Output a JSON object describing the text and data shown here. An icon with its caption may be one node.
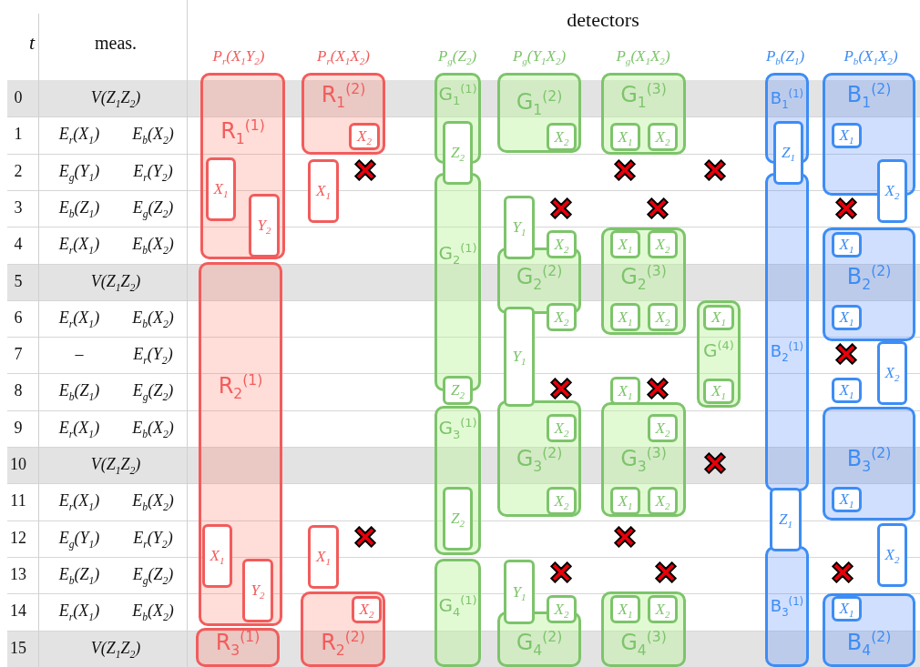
{
  "diagram": {
    "title": "detectors",
    "nodes": [
      {
        "text": [
          "R$_{1}$$^{(1)}$"
        ]
      },
      {
        "text": [
          "X$_{1}$"
        ],
        "in": 0
      },
      {
        "text": [
          "Y$_{2}$"
        ],
        "in": 0
      },
      {
        "text": [
          "R$_{2}$$^{(1)}$"
        ]
      },
      {
        "text": [
          "X$_{1}$"
        ],
        "in": 3
      },
      {
        "text": [
          "Y$_{2}$"
        ],
        "in": 3
      },
      {
        "text": [
          "R$_{3}$$^{(1)}$"
        ]
      },
      {
        "text": [
          "R$_{1}$$^{(2)}$"
        ]
      },
      {
        "text": [
          "X$_{2}$"
        ],
        "in": 7
      },
      {
        "text": [
          "X$_{1}$"
        ]
      },
      {
        "text": [
          "X$_{1}$"
        ]
      },
      {
        "text": [
          "R$_{2}$$^{(2)}$"
        ]
      },
      {
        "text": [
          "X$_{2}$"
        ],
        "in": 11
      },
      {
        "text": [
          "G$_{1}$$^{(1)}$"
        ]
      },
      {
        "text": [
          "Z$_{2}$"
        ]
      },
      {
        "text": [
          "G$_{2}$$^{(1)}$"
        ]
      },
      {
        "text": [
          "Z$_{2}$"
        ]
      },
      {
        "text": [
          "G$_{3}$$^{(1)}$"
        ]
      },
      {
        "text": [
          "Z$_{2}$"
        ],
        "in": 17
      },
      {
        "text": [
          "G$_{4}$$^{(1)}$"
        ]
      },
      {
        "text": [
          "G$_{1}$$^{(2)}$"
        ]
      },
      {
        "text": [
          "X$_{2}$"
        ],
        "in": 20
      },
      {
        "text": [
          "Y$_{1}$"
        ]
      },
      {
        "text": [
          "X$_{2}$"
        ]
      },
      {
        "text": [
          "G$_{2}$$^{(2)}$"
        ]
      },
      {
        "text": [
          "X$_{2}$"
        ]
      },
      {
        "text": [
          "Y$_{1}$"
        ]
      },
      {
        "text": [
          "G$_{3}$$^{(2)}$"
        ]
      },
      {
        "text": [
          "X$_{2}$"
        ],
        "in": 27
      },
      {
        "text": [
          "X$_{2}$"
        ],
        "in": 27
      },
      {
        "text": [
          "Y$_{1}$"
        ]
      },
      {
        "text": [
          "X$_{2}$"
        ]
      },
      {
        "text": [
          "G$_{4}$$^{(2)}$"
        ]
      },
      {
        "text": [
          "G$_{1}$$^{(3)}$"
        ]
      },
      {
        "text": [
          "X$_{1}$"
        ],
        "in": 33
      },
      {
        "text": [
          "X$_{2}$"
        ],
        "in": 33
      },
      {
        "text": [
          "G$_{2}$$^{(3)}$"
        ]
      },
      {
        "text": [
          "X$_{1}$"
        ],
        "in": 36
      },
      {
        "text": [
          "X$_{2}$"
        ],
        "in": 36
      },
      {
        "text": [
          "X$_{1}$"
        ],
        "in": 36
      },
      {
        "text": [
          "X$_{2}$"
        ],
        "in": 36
      },
      {
        "text": [
          "X$_{1}$"
        ]
      },
      {
        "text": [
          "G$_{3}$$^{(3)}$"
        ]
      },
      {
        "text": [
          "X$_{2}$"
        ],
        "in": 42
      },
      {
        "text": [
          "X$_{1}$"
        ],
        "in": 42
      },
      {
        "text": [
          "X$_{2}$"
        ],
        "in": 42
      },
      {
        "text": [
          "G$_{4}$$^{(3)}$"
        ]
      },
      {
        "text": [
          "X$_{1}$"
        ],
        "in": 46
      },
      {
        "text": [
          "X$_{2}$"
        ],
        "in": 46
      },
      {
        "text": [
          "G$^{(4)}$"
        ]
      },
      {
        "text": [
          "X$_{1}$"
        ],
        "in": 49
      },
      {
        "text": [
          "X$_{1}$"
        ],
        "in": 49
      },
      {
        "text": [
          "B$_{1}$$^{(1)}$"
        ]
      },
      {
        "text": [
          "Z$_{1}$"
        ]
      },
      {
        "text": [
          "B$_{2}$$^{(1)}$"
        ]
      },
      {
        "text": [
          "Z$_{1}$"
        ]
      },
      {
        "text": [
          "B$_{3}$$^{(1)}$"
        ]
      },
      {
        "text": [
          "B$_{1}$$^{(2)}$"
        ]
      },
      {
        "text": [
          "X$_{1}$"
        ],
        "in": 57
      },
      {
        "text": [
          "X$_{2}$"
        ]
      },
      {
        "text": [
          "B$_{2}$$^{(2)}$"
        ]
      },
      {
        "text": [
          "X$_{1}$"
        ],
        "in": 60
      },
      {
        "text": [
          "X$_{1}$"
        ],
        "in": 60
      },
      {
        "text": [
          "X$_{2}$"
        ]
      },
      {
        "text": [
          "B$_{3}$$^{(2)}$"
        ]
      },
      {
        "text": [
          "X$_{1}$"
        ]
      },
      {
        "text": [
          "X$_{1}$"
        ],
        "in": 64
      },
      {
        "text": [
          "X$_{2}$"
        ]
      },
      {
        "text": [
          "B$_{4}$$^{(2)}$"
        ]
      },
      {
        "text": [
          "X$_{1}$"
        ],
        "in": 68
      }
    ],
    "labels": [
      "t",
      "meas.",
      "P$_{r}$(X$_{1}$Y$_{2}$)",
      "P$_{r}$(X$_{1}$X$_{2}$)",
      "P$_{g}$(Z$_{2}$)",
      "P$_{g}$(Y$_{1}$X$_{2}$)",
      "P$_{g}$(X$_{1}$X$_{2}$)",
      "P$_{b}$(Z$_{1}$)",
      "P$_{b}$(X$_{1}$X$_{2}$)",
      "0",
      "V(Z$_{1}$Z$_{2}$)",
      "1",
      "E$_{r}$(X$_{1}$)",
      "E$_{b}$(X$_{2}$)",
      "2",
      "E$_{g}$(Y$_{1}$)",
      "E$_{r}$(Y$_{2}$)",
      "3",
      "E$_{b}$(Z$_{1}$)",
      "E$_{g}$(Z$_{2}$)",
      "4",
      "E$_{r}$(X$_{1}$)",
      "E$_{b}$(X$_{2}$)",
      "5",
      "V(Z$_{1}$Z$_{2}$)",
      "6",
      "E$_{r}$(X$_{1}$)",
      "E$_{b}$(X$_{2}$)",
      "7",
      "–",
      "E$_{r}$(Y$_{2}$)",
      "8",
      "E$_{b}$(Z$_{1}$)",
      "E$_{g}$(Z$_{2}$)",
      "9",
      "E$_{r}$(X$_{1}$)",
      "E$_{b}$(X$_{2}$)",
      "10",
      "V(Z$_{1}$Z$_{2}$)",
      "11",
      "E$_{r}$(X$_{1}$)",
      "E$_{b}$(X$_{2}$)",
      "12",
      "E$_{g}$(Y$_{1}$)",
      "E$_{r}$(Y$_{2}$)",
      "13",
      "E$_{b}$(Z$_{1}$)",
      "E$_{g}$(Z$_{2}$)",
      "14",
      "E$_{r}$(X$_{1}$)",
      "E$_{b}$(X$_{2}$)",
      "15",
      "V(Z$_{1}$Z$_{2}$)"
    ]
  }
}
